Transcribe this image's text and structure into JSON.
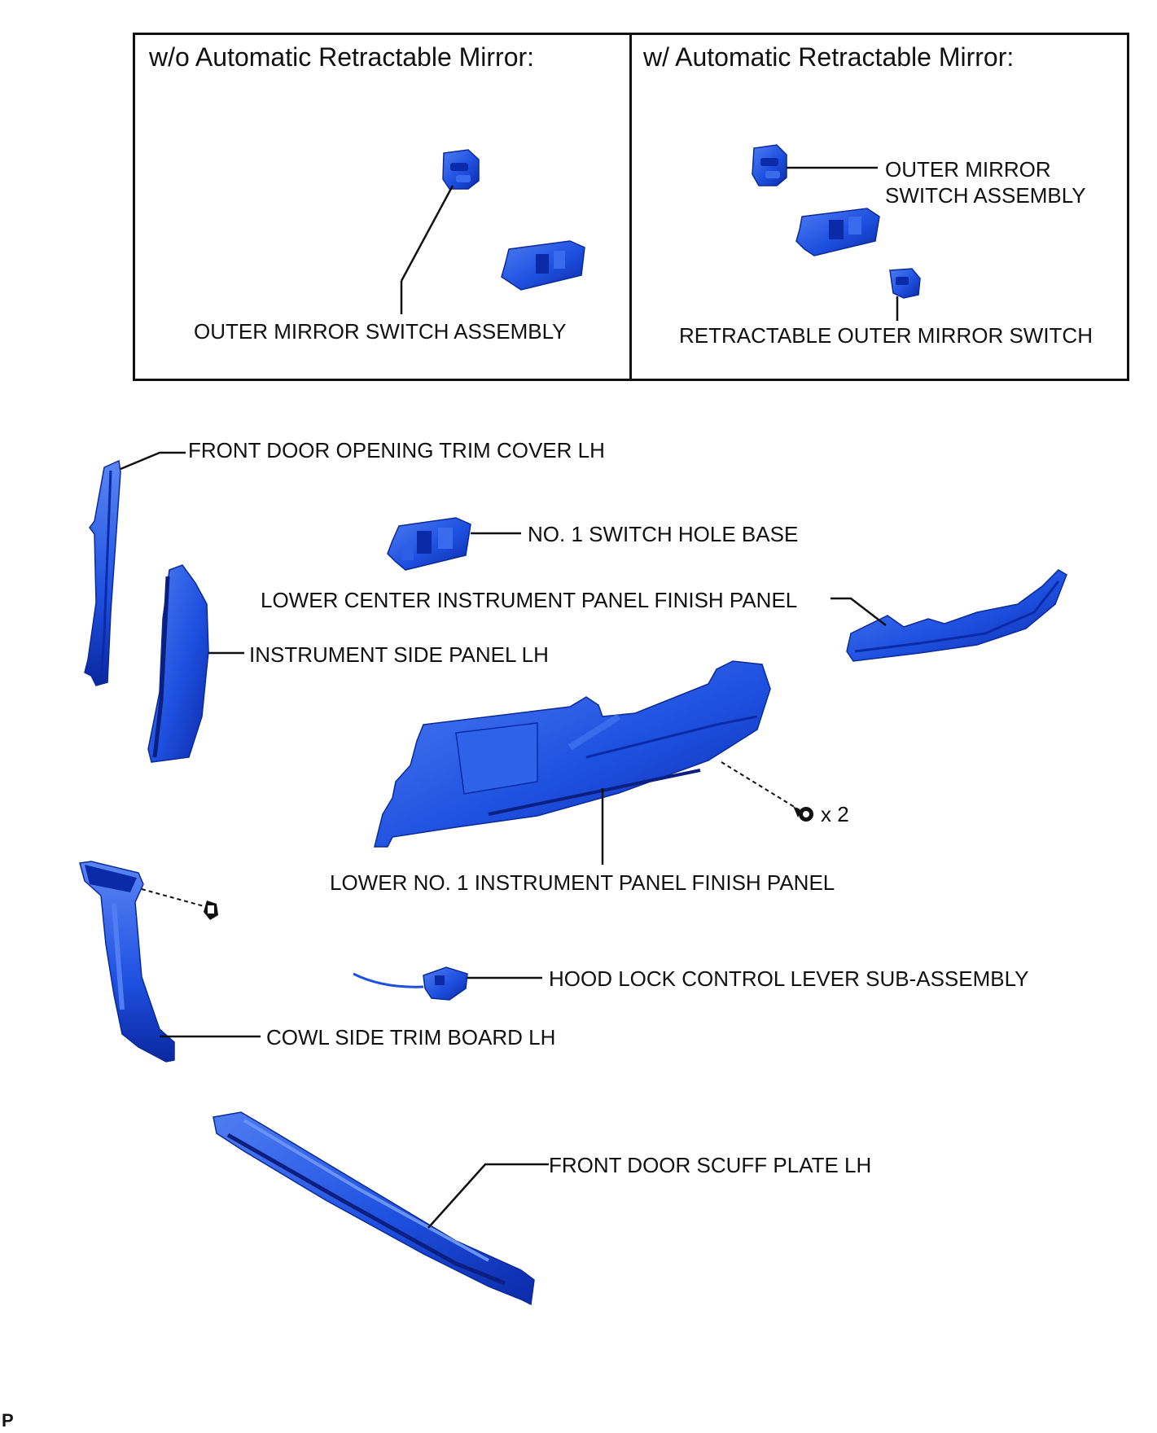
{
  "variants": {
    "without_retractable": {
      "heading": "w/o Automatic Retractable Mirror:",
      "part_label": "OUTER MIRROR SWITCH ASSEMBLY"
    },
    "with_retractable": {
      "heading": "w/ Automatic Retractable Mirror:",
      "outer_mirror_switch_line1": "OUTER MIRROR",
      "outer_mirror_switch_line2": "SWITCH ASSEMBLY",
      "retractable_switch": "RETRACTABLE OUTER MIRROR SWITCH"
    }
  },
  "parts": {
    "front_door_opening_trim_cover": "FRONT DOOR OPENING TRIM COVER LH",
    "switch_hole_base": "NO. 1 SWITCH HOLE BASE",
    "lower_center_finish_panel": "LOWER CENTER INSTRUMENT PANEL FINISH PANEL",
    "instrument_side_panel": "INSTRUMENT SIDE PANEL LH",
    "lower_no1_finish_panel": "LOWER NO. 1 INSTRUMENT PANEL FINISH PANEL",
    "hood_lock_lever": "HOOD LOCK CONTROL LEVER SUB-ASSEMBLY",
    "cowl_side_trim": "COWL SIDE TRIM BOARD LH",
    "front_door_scuff_plate": "FRONT DOOR SCUFF PLATE LH"
  },
  "fastener_quantity": "x 2",
  "corner_mark": "P",
  "colors": {
    "part_fill": "#1e50e0",
    "part_dark": "#0b2aa8",
    "part_light": "#4f7df2",
    "line": "#111111"
  }
}
